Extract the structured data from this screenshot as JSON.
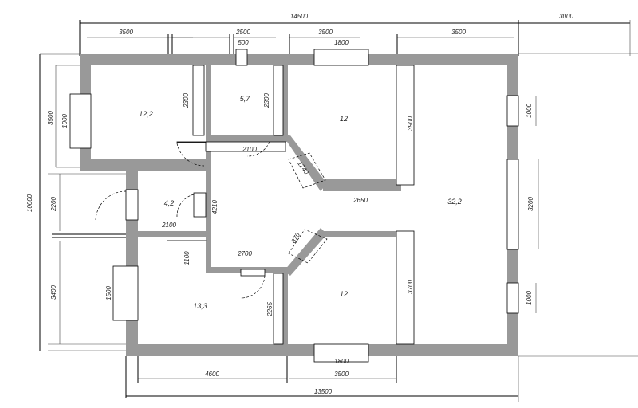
{
  "plan": {
    "dimensions_top": {
      "overall": "14500",
      "extension": "3000",
      "seg1": "3500",
      "seg2": "2500",
      "seg3": "3500",
      "seg4": "3500",
      "window_small": "500",
      "window_top": "1800"
    },
    "dimensions_left": {
      "overall": "10000",
      "upper": "3500",
      "middle": "2200",
      "lower": "3400",
      "window_upper": "1000",
      "window_lower": "1500"
    },
    "dimensions_right": {
      "window_top": "1000",
      "door": "3200",
      "window_bottom": "1000"
    },
    "dimensions_bottom": {
      "overall": "13500",
      "left": "4600",
      "right": "3500",
      "window": "1800"
    },
    "dimensions_inner": {
      "wall_a": "2300",
      "wall_b": "2300",
      "corridor_top": "2100",
      "diag_top": "1240",
      "upper_room_side": "3900",
      "upper_room_bottom": "2650",
      "corridor_wall": "4210",
      "small_room": "2100",
      "corridor_bottom": "2700",
      "diag_bottom": "870",
      "wall_c": "1100",
      "lower_room_side": "3700",
      "wall_d": "2265"
    },
    "rooms": [
      {
        "name": "room-top-left",
        "area": "12,2"
      },
      {
        "name": "room-top-small",
        "area": "5,7"
      },
      {
        "name": "room-top-right",
        "area": "12"
      },
      {
        "name": "room-storage",
        "area": "4,2"
      },
      {
        "name": "room-bottom-left",
        "area": "13,3"
      },
      {
        "name": "room-bottom-right",
        "area": "12"
      },
      {
        "name": "room-living",
        "area": "32,2"
      }
    ]
  }
}
